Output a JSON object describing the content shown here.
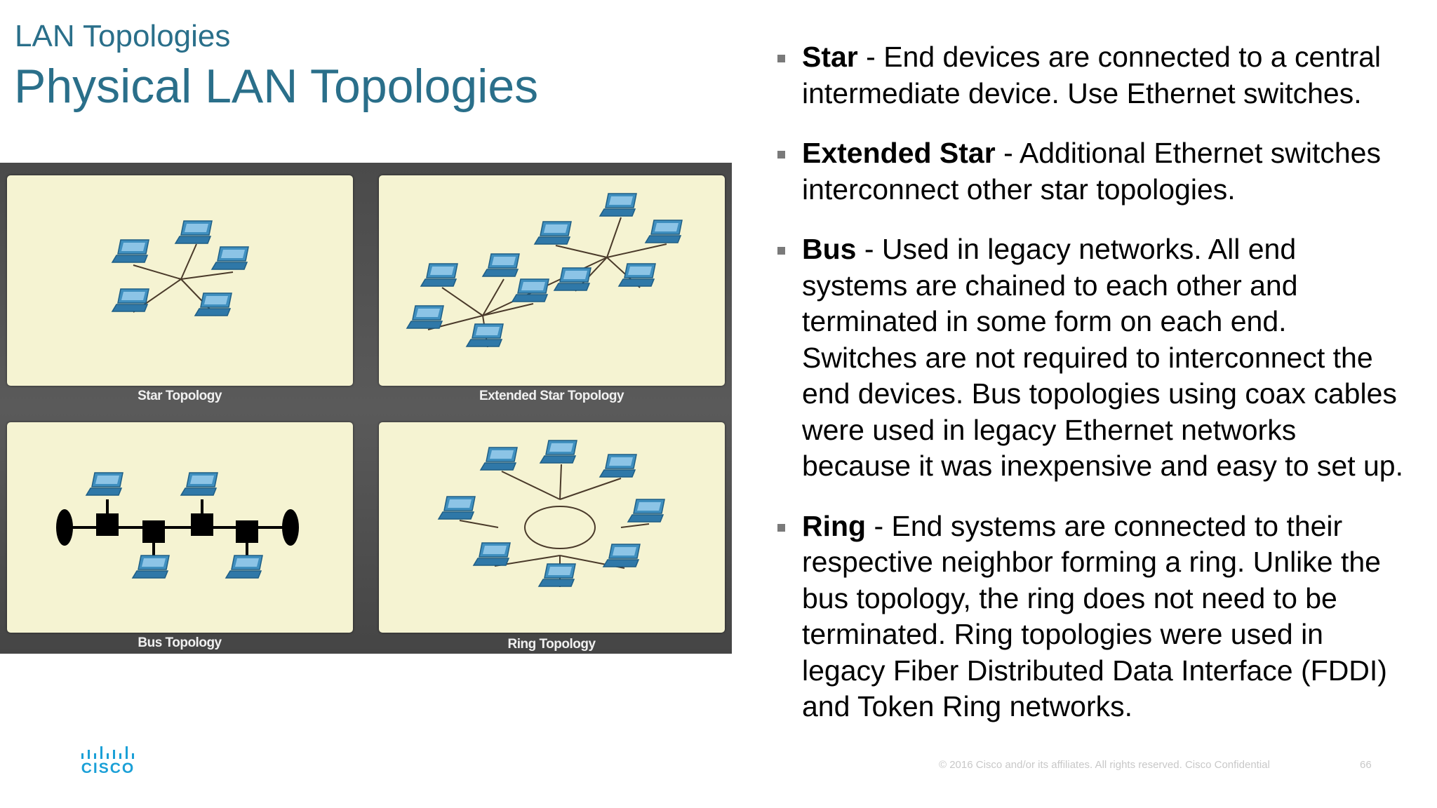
{
  "slide": {
    "kicker": "LAN Topologies",
    "title": "Physical LAN Topologies"
  },
  "figure": {
    "panels": [
      {
        "label": "Star Topology"
      },
      {
        "label": "Extended Star Topology"
      },
      {
        "label": "Bus Topology"
      },
      {
        "label": "Ring Topology"
      }
    ]
  },
  "bullets": [
    {
      "term": "Star",
      "text": " - End devices are connected to a central intermediate device. Use Ethernet switches."
    },
    {
      "term": "Extended Star",
      "text": " - Additional Ethernet switches interconnect other star topologies."
    },
    {
      "term": "Bus",
      "text": " - Used in legacy networks. All end systems are chained to each other and terminated in some form on each end. Switches are not required to interconnect the end devices. Bus topologies using coax cables were used in legacy Ethernet networks because it was inexpensive and easy to set up."
    },
    {
      "term": "Ring",
      "text": " - End systems are connected to their respective neighbor forming a ring. Unlike the bus topology, the ring does not need to be terminated. Ring topologies were used in legacy Fiber Distributed Data Interface (FDDI) and Token Ring networks."
    }
  ],
  "logo": {
    "word": "CISCO"
  },
  "footer": {
    "copyright": "© 2016  Cisco and/or its affiliates. All rights reserved.   Cisco Confidential",
    "page_number": "66"
  },
  "colors": {
    "title": "#2a6f8a",
    "laptop": "#3f8fbf",
    "panel": "#f5f3d2",
    "logo": "#1ba0d7"
  },
  "icons": [
    "laptop-icon",
    "terminator-icon",
    "tap-icon",
    "bullet-square-icon",
    "cisco-logo-icon"
  ]
}
